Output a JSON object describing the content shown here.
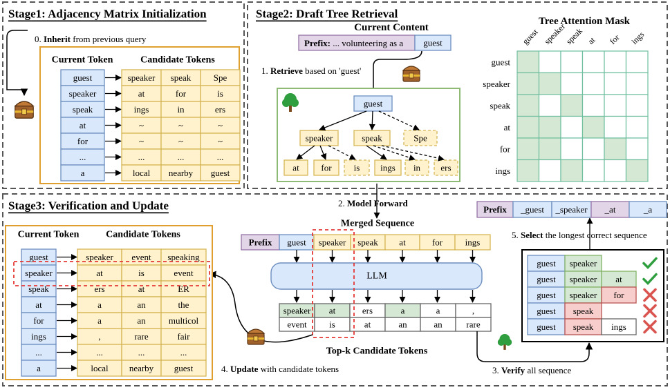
{
  "stage1": {
    "title": "Stage1: Adjacency Matrix Initialization",
    "step0_bold": "Inherit",
    "step0_num": "0.",
    "step0_rest": "from previous query",
    "col_current": "Current Token",
    "col_candidates": "Candidate Tokens",
    "rows": [
      {
        "token": "guest",
        "cands": [
          "speaker",
          "speak",
          "Spe"
        ]
      },
      {
        "token": "speaker",
        "cands": [
          "at",
          "for",
          "is"
        ]
      },
      {
        "token": "speak",
        "cands": [
          "ings",
          "in",
          "ers"
        ]
      },
      {
        "token": "at",
        "cands": [
          "~",
          "~",
          "~"
        ]
      },
      {
        "token": "for",
        "cands": [
          "~",
          "~",
          "~"
        ]
      },
      {
        "token": "...",
        "cands": [
          "...",
          "...",
          "..."
        ]
      },
      {
        "token": "a",
        "cands": [
          "local",
          "nearby",
          "guest"
        ]
      }
    ]
  },
  "stage2": {
    "title": "Stage2: Draft Tree Retrieval",
    "current_content": "Current Content",
    "prefix_bold": "Prefix:",
    "prefix_text": "... volunteering as a",
    "prefix_token": "guest",
    "step1_num": "1.",
    "step1_bold": "Retrieve",
    "step1_rest": "based on 'guest'",
    "tree": {
      "root": "guest",
      "level1": [
        "speaker",
        "speak",
        "Spe"
      ],
      "level2": [
        "at",
        "for",
        "is",
        "ings",
        "in",
        "ers"
      ]
    },
    "mask_title": "Tree Attention Mask",
    "mask_tokens": [
      "guest",
      "speaker",
      "speak",
      "at",
      "for",
      "ings"
    ],
    "mask_matrix": [
      [
        1,
        0,
        0,
        0,
        0,
        0
      ],
      [
        1,
        1,
        0,
        0,
        0,
        0
      ],
      [
        1,
        0,
        1,
        0,
        0,
        0
      ],
      [
        1,
        1,
        0,
        1,
        0,
        0
      ],
      [
        1,
        1,
        0,
        0,
        1,
        0
      ],
      [
        1,
        0,
        1,
        0,
        0,
        1
      ]
    ]
  },
  "stage3": {
    "title": "Stage3: Verification and Update",
    "step2_num": "2.",
    "step2_bold": "Model Forward",
    "merged_label": "Merged Sequence",
    "merged_prefix": "Prefix",
    "merged_tokens": [
      "guest",
      "speaker",
      "speak",
      "at",
      "for",
      "ings"
    ],
    "llm_label": "LLM",
    "topk_row1": [
      "speaker",
      "at",
      "ers",
      "a",
      "a",
      ","
    ],
    "topk_row2": [
      "event",
      "is",
      "at",
      "an",
      "an",
      "rare"
    ],
    "topk_label": "Top-k Candidate Tokens",
    "step3_num": "3.",
    "step3_bold": "Verify",
    "step3_rest": "all sequence",
    "step4_num": "4.",
    "step4_bold": "Update",
    "step4_rest": "with candidate tokens",
    "step5_num": "5.",
    "step5_bold": "Select",
    "step5_rest": "the longest correct sequence",
    "result_seq": [
      "Prefix",
      "_guest",
      "_speaker",
      "_at",
      "_a"
    ],
    "verify_rows": [
      {
        "tokens": [
          "guest",
          "speaker"
        ],
        "ok": true
      },
      {
        "tokens": [
          "guest",
          "speaker",
          "at"
        ],
        "ok": true
      },
      {
        "tokens": [
          "guest",
          "speaker",
          "for"
        ],
        "ok": false
      },
      {
        "tokens": [
          "guest",
          "speak"
        ],
        "ok": false
      },
      {
        "tokens": [
          "guest",
          "speak",
          "ings"
        ],
        "ok": false
      }
    ],
    "col_current": "Current Token",
    "col_candidates": "Candidate Tokens",
    "rows": [
      {
        "token": "guest",
        "cands": [
          "speaker",
          "event",
          "speaking"
        ]
      },
      {
        "token": "speaker",
        "cands": [
          "at",
          "is",
          "event"
        ]
      },
      {
        "token": "speak",
        "cands": [
          "ers",
          "at",
          "ER"
        ]
      },
      {
        "token": "at",
        "cands": [
          "a",
          "an",
          "the"
        ]
      },
      {
        "token": "for",
        "cands": [
          "a",
          "an",
          "multicol"
        ]
      },
      {
        "token": "ings",
        "cands": [
          ",",
          "rare",
          "fair"
        ]
      },
      {
        "token": "...",
        "cands": [
          "...",
          "...",
          "..."
        ]
      },
      {
        "token": "a",
        "cands": [
          "local",
          "nearby",
          "guest"
        ]
      }
    ]
  },
  "colors": {
    "blue_fill": "#dae8fc",
    "blue_stroke": "#6c8ebf",
    "yellow_fill": "#fff2cc",
    "yellow_stroke": "#d6b656",
    "green_fill": "#d5e8d4",
    "green_stroke": "#82b366",
    "red_fill": "#f8cecc",
    "red_stroke": "#b85450",
    "purple_fill": "#e1d5e7",
    "purple_stroke": "#9673a6",
    "orange_border": "#e0a030",
    "mask_line": "#6fbf9f"
  }
}
